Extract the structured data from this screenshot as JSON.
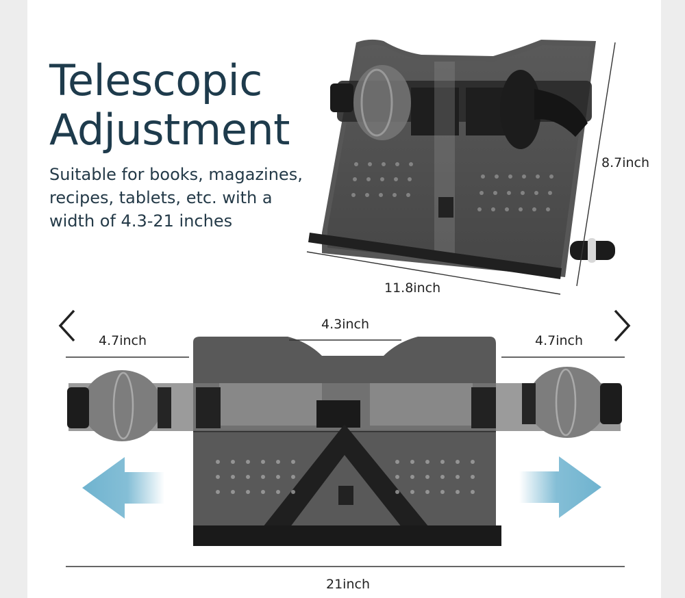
{
  "headline": {
    "line1": "Telescopic",
    "line2": "Adjustment"
  },
  "description": {
    "line1": "Suitable for books, magazines,",
    "line2": "recipes, tablets, etc. with a",
    "line3": "width of 4.3-21 inches"
  },
  "dimensions": {
    "height": "8.7inch",
    "depth": "11.8inch",
    "center": "4.3inch",
    "left_ext": "4.7inch",
    "right_ext": "4.7inch",
    "total": "21inch"
  },
  "colors": {
    "headline": "#1e3b4c",
    "arrow": "#6fb3cf",
    "stand": "#4a4a4a"
  },
  "icons": {
    "prev": "chevron-left-icon",
    "next": "chevron-right-icon"
  }
}
